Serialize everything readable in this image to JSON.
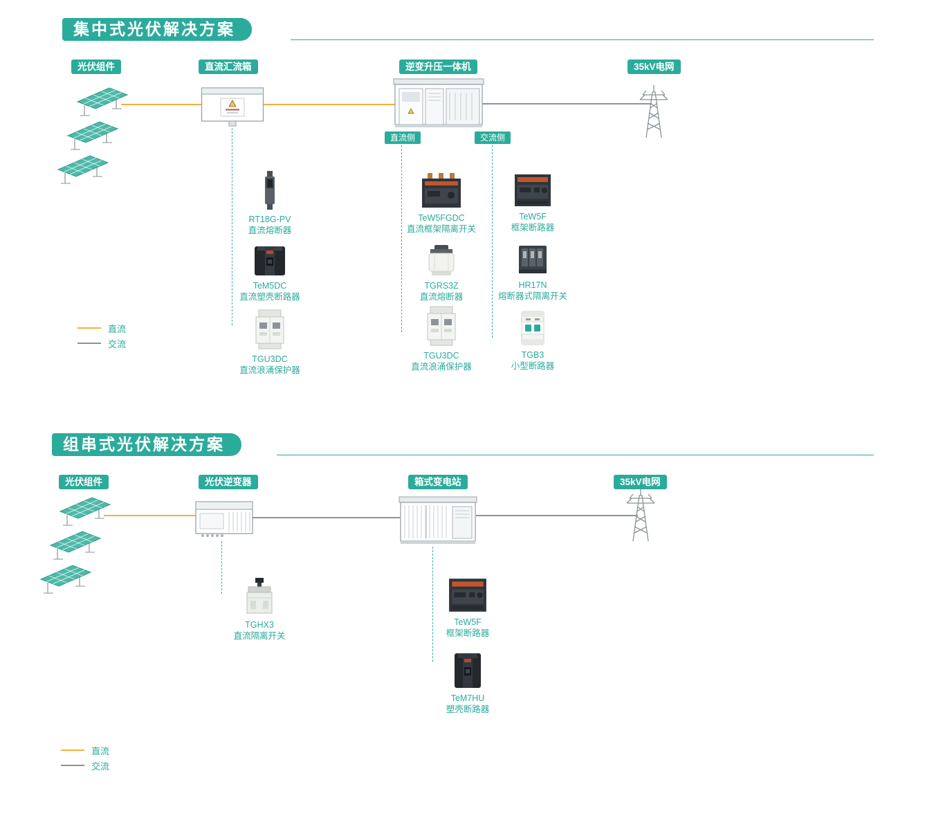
{
  "palette": {
    "accent_teal": "#2BAB9B",
    "dc_line_orange": "#F2B03C",
    "ac_line_gray": "#8C9296",
    "product_label_teal": "#2BAB9B"
  },
  "section1": {
    "title": "集中式光伏解决方案",
    "headers": {
      "pv_modules": "光伏组件",
      "combiner_box": "直流汇流箱",
      "inverter_station": "逆变升压一体机",
      "grid": "35kV电网"
    },
    "side_badges": {
      "dc_side": "直流侧",
      "ac_side": "交流侧"
    },
    "products": {
      "combiner_chain": [
        {
          "name": "RT18G-PV",
          "desc": "直流熔断器"
        },
        {
          "name": "TeM5DC",
          "desc": "直流塑壳断路器"
        },
        {
          "name": "TGU3DC",
          "desc": "直流浪涌保护器"
        }
      ],
      "dc_side_chain": [
        {
          "name": "TeW5FGDC",
          "desc": "直流框架隔离开关"
        },
        {
          "name": "TGRS3Z",
          "desc": "直流熔断器"
        },
        {
          "name": "TGU3DC",
          "desc": "直流浪涌保护器"
        }
      ],
      "ac_side_chain": [
        {
          "name": "TeW5F",
          "desc": "框架断路器"
        },
        {
          "name": "HR17N",
          "desc": "熔断器式隔离开关"
        },
        {
          "name": "TGB3",
          "desc": "小型断路器"
        }
      ]
    },
    "legend": {
      "dc": "直流",
      "ac": "交流"
    }
  },
  "section2": {
    "title": "组串式光伏解决方案",
    "headers": {
      "pv_modules": "光伏组件",
      "string_inverter": "光伏逆变器",
      "box_substation": "箱式变电站",
      "grid": "35kV电网"
    },
    "products": {
      "inverter_chain": [
        {
          "name": "TGHX3",
          "desc": "直流隔离开关"
        }
      ],
      "substation_chain": [
        {
          "name": "TeW5F",
          "desc": "框架断路器"
        },
        {
          "name": "TeM7HU",
          "desc": "塑壳断路器"
        }
      ]
    },
    "legend": {
      "dc": "直流",
      "ac": "交流"
    }
  }
}
